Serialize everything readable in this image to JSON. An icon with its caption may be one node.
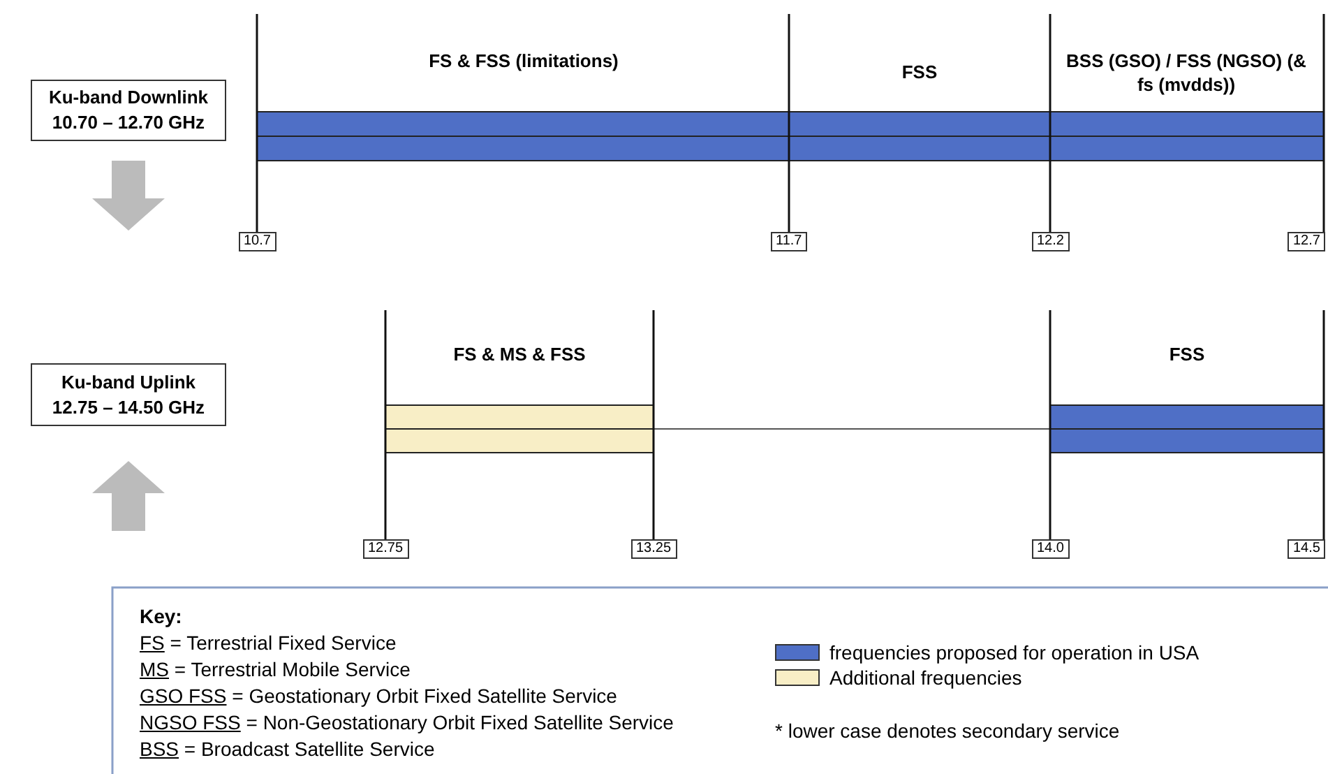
{
  "diagram": {
    "nodes": [
      {
        "text": [
          "Ku-band Downlink 10.70 – 12.70 GHz"
        ]
      },
      {
        "text": [
          "Ku-band Uplink 12.75 – 14.50 GHz"
        ]
      }
    ],
    "labels": [
      "FS & FSS (limitations)",
      "FSS",
      "BSS (GSO) / FSS (NGSO) (& fs (mvdds))",
      "10.7",
      "11.7",
      "12.2",
      "12.7",
      "FS & MS & FSS",
      "FSS",
      "12.75",
      "13.25",
      "14.0",
      "14.5",
      "Key:",
      "FS = Terrestrial Fixed Service",
      "MS = Terrestrial Mobile Service",
      "GSO FSS = Geostationary Orbit Fixed Satellite Service",
      "NGSO FSS = Non-Geostationary Orbit Fixed Satellite Service",
      "BSS = Broadcast Satellite Service",
      "* lower case denotes secondary service"
    ],
    "legend": [
      {
        "text": "frequencies proposed for operation in USA",
        "color": "#4f6fc6"
      },
      {
        "text": "Additional frequencies",
        "color": "#f8eec6"
      }
    ]
  }
}
